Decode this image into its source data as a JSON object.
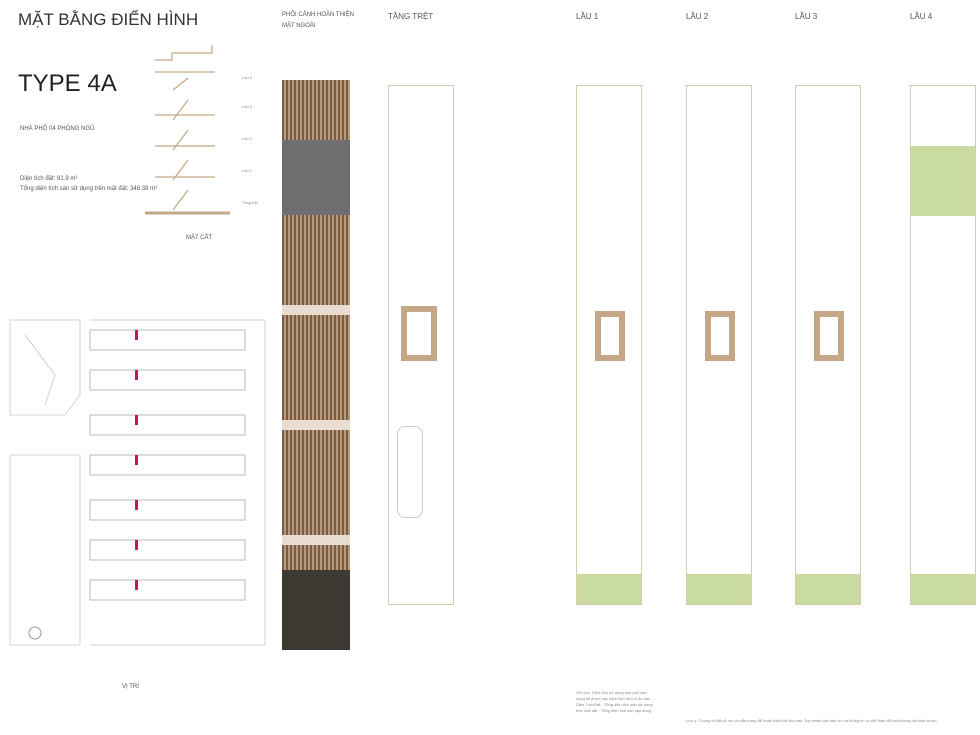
{
  "header": {
    "title": "MẶT BẰNG ĐIỂN HÌNH",
    "type": "TYPE 4A",
    "subtitle": "NHÀ PHỐ 04 PHÒNG NGỦ",
    "land_area": "Diện tích đất: 91.9 m²",
    "total_area": "Tổng diện tích sàn sử dụng trên mặt đất: 348.38 m²"
  },
  "section": {
    "caption": "MẶT CẮT",
    "levels": [
      "Lầu 4",
      "Lầu 3",
      "Lầu 2",
      "Lầu 1",
      "Tầng trệt"
    ]
  },
  "site": {
    "caption": "VỊ TRÍ"
  },
  "facade": {
    "caption_1": "PHỐI CẢNH HOÀN THIỆN",
    "caption_2": "MẶT NGOÀI"
  },
  "floors": [
    {
      "label": "TẦNG TRỆT"
    },
    {
      "label": "LẦU 1"
    },
    {
      "label": "LẦU 2"
    },
    {
      "label": "LẦU 3"
    },
    {
      "label": "LẦU 4"
    }
  ],
  "notes": {
    "left": "Ghi chú: Diện tích sử dụng nhà phố sau cùng sẽ được xác minh bởi đơn vị đo đạc. - Diện Tích Đất - Tổng diện tích sàn sử dụng trên mặt đất - Tổng diện tích sàn xây dựng",
    "right": "Lưu ý: Chúng tôi đã nỗ lực và cẩn trọng để hoàn thiện tài liệu này. Tuy nhiên các tiêu chí và thông tin có thể thay đổi mà không cần báo trước."
  },
  "colors": {
    "line": "#d8c8ae",
    "green": "#c9dba0",
    "wood": "#8a6b4f"
  }
}
